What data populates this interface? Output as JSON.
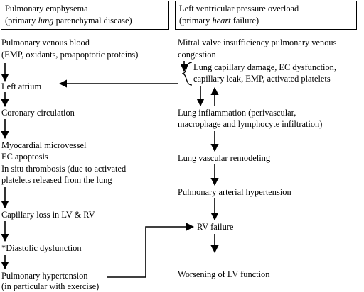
{
  "left_header": {
    "line1": "Pulmonary emphysema",
    "line2_pre": "(primary ",
    "line2_em": "lung",
    "line2_post": " parenchymal disease)"
  },
  "right_header": {
    "line1": "Left ventricular pressure overload",
    "line2_pre": "(primary ",
    "line2_em": "heart",
    "line2_post": " failure)"
  },
  "left_column": {
    "venous_blood_1": "Pulmonary venous blood",
    "venous_blood_2": "(EMP, oxidants, proapoptotic proteins)",
    "left_atrium": "Left atrium",
    "coronary": "Coronary circulation",
    "myocardial_1": "Myocardial microvessel",
    "myocardial_2": "EC apoptosis",
    "myocardial_3": "In situ thrombosis (due to activated",
    "myocardial_4": "platelets released from the lung",
    "capillary_loss": "Capillary loss in LV & RV",
    "diastolic": "*Diastolic dysfunction",
    "pulm_htn_1": "Pulmonary hypertension",
    "pulm_htn_2": "(in particular with exercise)"
  },
  "right_column": {
    "mitral_1": "Mitral valve insufficiency pulmonary venous",
    "mitral_2": "congestion",
    "capillary_1": "Lung capillary damage, EC dysfunction,",
    "capillary_2": "capillary leak, EMP, activated platelets",
    "inflammation_1": "Lung inflammation (perivascular,",
    "inflammation_2": "macrophage and lymphocyte infiltration)",
    "remodeling": "Lung vascular remodeling",
    "pah": "Pulmonary arterial hypertension",
    "rv_failure": "RV failure",
    "worsening": "Worsening of LV function"
  }
}
